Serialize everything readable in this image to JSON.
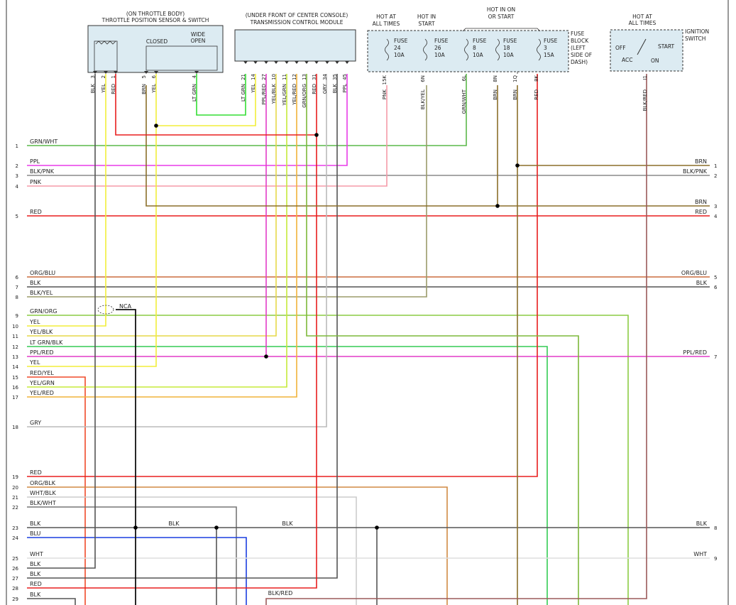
{
  "components": {
    "tps": {
      "title1": "(ON THROTTLE BODY)",
      "title2": "THROTTLE POSITION SENSOR & SWITCH",
      "closed": "CLOSED",
      "wide": "WIDE",
      "open": "OPEN"
    },
    "tcm": {
      "title1": "(UNDER FRONT OF CENTER CONSOLE)",
      "title2": "TRANSMISSION CONTROL MODULE"
    },
    "fuse_block": {
      "label": [
        "FUSE",
        "BLOCK",
        "(LEFT",
        "SIDE OF",
        "DASH)"
      ]
    },
    "ignition": {
      "label": [
        "IGNITION",
        "SWITCH"
      ],
      "hot1": "HOT AT",
      "hot2": "ALL TIMES",
      "off": "OFF",
      "acc": "ACC",
      "start": "START",
      "on": "ON"
    }
  },
  "fuse_headers": [
    {
      "lines": [
        "HOT AT",
        "ALL TIMES"
      ]
    },
    {
      "lines": [
        "HOT IN",
        "START"
      ]
    },
    {
      "lines": [
        "HOT IN ON",
        "OR START"
      ]
    }
  ],
  "fuses": [
    {
      "lines": [
        "FUSE",
        "24",
        "10A"
      ]
    },
    {
      "lines": [
        "FUSE",
        "26",
        "10A"
      ]
    },
    {
      "lines": [
        "FUSE",
        "8",
        "10A"
      ]
    },
    {
      "lines": [
        "FUSE",
        "18",
        "10A"
      ]
    },
    {
      "lines": [
        "FUSE",
        "3",
        "15A"
      ]
    }
  ],
  "colors": {
    "GRN/WHT": "#5cb84a",
    "PPL": "#e83ce8",
    "BLK/PNK": "#8a8a8a",
    "PNK": "#f59aa8",
    "BRN": "#8b6f2a",
    "RED": "#e81e1e",
    "ORG/BLU": "#cc6d3f",
    "BLK": "#555555",
    "BLK/YEL": "#9b9b6a",
    "GRN/ORG": "#8ccc44",
    "YEL": "#f2ee3a",
    "YEL/BLK": "#e6d84a",
    "LT GRN/BLK": "#33cc55",
    "PPL/RED": "#e23cc8",
    "RED/YEL": "#f04a2a",
    "YEL/GRN": "#c6ea3a",
    "YEL/RED": "#f0b43a",
    "GRY": "#bbbbbb",
    "ORG/BLK": "#d08a44",
    "WHT/BLK": "#cccccc",
    "BLK/WHT": "#777777",
    "BLU": "#1a3ee0",
    "WHT": "#dddddd",
    "BLK/RED": "#9b5a5a",
    "NCA": "#111111",
    "LT GRN": "#33dd33",
    "GRN/ORG2": "#7db83a"
  },
  "pins_tps": [
    {
      "pin": "3",
      "wire": "BLK"
    },
    {
      "pin": "2",
      "wire": "YEL"
    },
    {
      "pin": "1",
      "wire": "RED"
    },
    {
      "pin": "5",
      "wire": "BRN"
    },
    {
      "pin": "6",
      "wire": "YEL"
    },
    {
      "pin": "4",
      "wire": "LT GRN"
    }
  ],
  "pins_tcm": [
    {
      "pin": "21",
      "wire": "LT GRN"
    },
    {
      "pin": "14",
      "wire": "YEL"
    },
    {
      "pin": "27",
      "wire": "PPL/RED"
    },
    {
      "pin": "10",
      "wire": "YEL/BLK"
    },
    {
      "pin": "11",
      "wire": "YEL/GRN"
    },
    {
      "pin": "12",
      "wire": "YEL/RED"
    },
    {
      "pin": "13",
      "wire": "GRN/ORG"
    },
    {
      "pin": "31",
      "wire": "RED"
    },
    {
      "pin": "34",
      "wire": "GRY"
    },
    {
      "pin": "35",
      "wire": "BLK"
    },
    {
      "pin": "45",
      "wire": "PPL"
    }
  ],
  "pins_fuse": [
    {
      "pin": "15K",
      "wire": "PNK"
    },
    {
      "pin": "6N",
      "wire": "BLK/YEL"
    },
    {
      "pin": "6L",
      "wire": "GRN/WHT"
    },
    {
      "pin": "8N",
      "wire": "BRN"
    },
    {
      "pin": "1Q",
      "wire": "BRN"
    },
    {
      "pin": "8K",
      "wire": "RED"
    }
  ],
  "pins_ign": [
    {
      "pin": "I1",
      "wire": "BLK/RED"
    }
  ],
  "left_rows": [
    {
      "num": "1",
      "wire": "GRN/WHT"
    },
    {
      "num": "2",
      "wire": "PPL"
    },
    {
      "num": "3",
      "wire": "BLK/PNK"
    },
    {
      "num": "4",
      "wire": "PNK"
    },
    {
      "num": "5",
      "wire": "RED"
    },
    {
      "num": "6",
      "wire": "ORG/BLU"
    },
    {
      "num": "7",
      "wire": "BLK"
    },
    {
      "num": "8",
      "wire": "BLK/YEL"
    },
    {
      "num": "9",
      "wire": "GRN/ORG"
    },
    {
      "num": "10",
      "wire": "YEL"
    },
    {
      "num": "11",
      "wire": "YEL/BLK"
    },
    {
      "num": "12",
      "wire": "LT GRN/BLK"
    },
    {
      "num": "13",
      "wire": "PPL/RED"
    },
    {
      "num": "14",
      "wire": "YEL"
    },
    {
      "num": "15",
      "wire": "RED/YEL"
    },
    {
      "num": "16",
      "wire": "YEL/GRN"
    },
    {
      "num": "17",
      "wire": "YEL/RED"
    },
    {
      "num": "18",
      "wire": "GRY"
    },
    {
      "num": "19",
      "wire": "RED"
    },
    {
      "num": "20",
      "wire": "ORG/BLK"
    },
    {
      "num": "21",
      "wire": "WHT/BLK"
    },
    {
      "num": "22",
      "wire": "BLK/WHT"
    },
    {
      "num": "23",
      "wire": "BLK"
    },
    {
      "num": "24",
      "wire": "BLU"
    },
    {
      "num": "25",
      "wire": "WHT"
    },
    {
      "num": "26",
      "wire": "BLK"
    },
    {
      "num": "27",
      "wire": "BLK"
    },
    {
      "num": "28",
      "wire": "RED"
    },
    {
      "num": "29",
      "wire": "BLK"
    }
  ],
  "right_rows": [
    {
      "num": "1",
      "wire": "BRN"
    },
    {
      "num": "2",
      "wire": "BLK/PNK"
    },
    {
      "num": "3",
      "wire": "BRN"
    },
    {
      "num": "4",
      "wire": "RED"
    },
    {
      "num": "5",
      "wire": "ORG/BLU"
    },
    {
      "num": "6",
      "wire": "BLK"
    },
    {
      "num": "7",
      "wire": "PPL/RED"
    },
    {
      "num": "8",
      "wire": "BLK"
    },
    {
      "num": "9",
      "wire": "WHT"
    }
  ],
  "mid_labels": [
    {
      "text": "BLK"
    },
    {
      "text": "BLK"
    },
    {
      "text": "BLK/RED"
    },
    {
      "text": "NCA"
    }
  ]
}
